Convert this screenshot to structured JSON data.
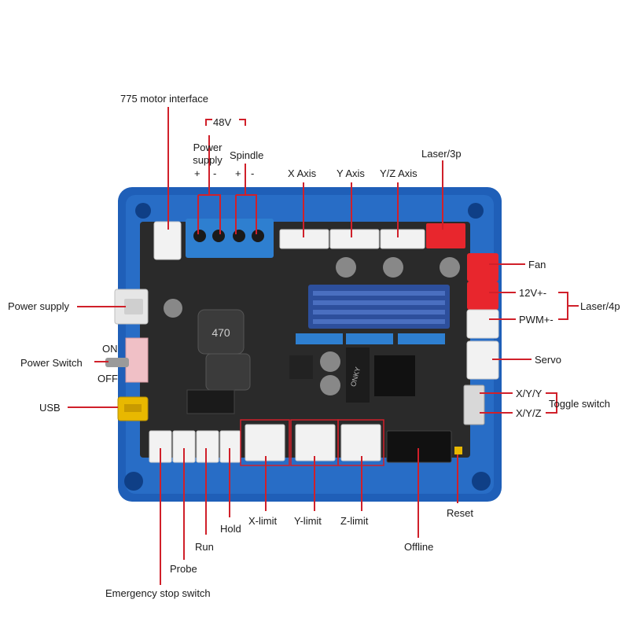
{
  "labels": {
    "motor_775": "775 motor interface",
    "v48": "48V",
    "power_supply_top_1": "Power",
    "power_supply_top_2": "supply",
    "spindle": "Spindle",
    "pol_ps_plus": "+",
    "pol_ps_minus": "-",
    "pol_sp_plus": "+",
    "pol_sp_minus": "-",
    "x_axis": "X Axis",
    "y_axis": "Y Axis",
    "yz_axis": "Y/Z Axis",
    "laser_3p": "Laser/3p",
    "fan": "Fan",
    "v12": "12V+-",
    "laser_4p": "Laser/4p",
    "pwm": "PWM+-",
    "servo": "Servo",
    "xyy": "X/Y/Y",
    "toggle_switch": "Toggle switch",
    "xyz": "X/Y/Z",
    "power_supply_left": "Power supply",
    "on": "ON",
    "power_switch": "Power Switch",
    "off": "OFF",
    "usb": "USB",
    "reset": "Reset",
    "x_limit": "X-limit",
    "y_limit": "Y-limit",
    "z_limit": "Z-limit",
    "hold": "Hold",
    "run": "Run",
    "probe": "Probe",
    "offline": "Offline",
    "emergency_stop": "Emergency stop switch"
  },
  "board_marks": {
    "inductor": "470",
    "chip_label": "ONKY"
  },
  "colors": {
    "leader": "#d0202a",
    "case_blue": "#1f5fb8",
    "pcb": "#2a2a2a",
    "terminal_blue": "#2e7fd0",
    "connector_white": "#f2f2f2",
    "connector_red": "#e8262d",
    "heatsink": "#2d4f9c",
    "usb_gold": "#e8b800"
  }
}
